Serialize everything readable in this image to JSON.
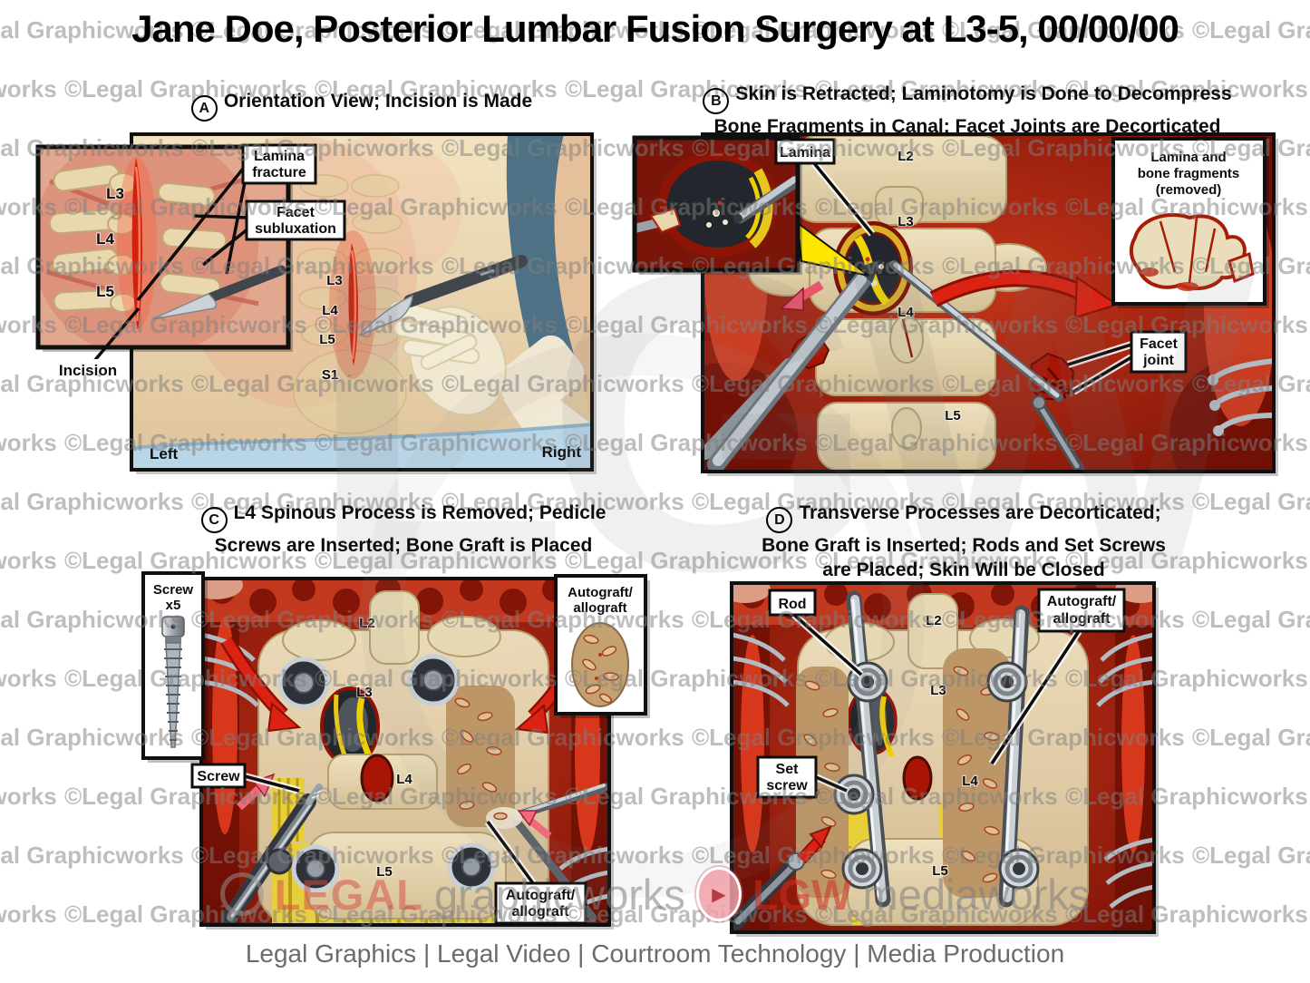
{
  "title": "Jane Doe, Posterior Lumbar Fusion Surgery at L3-5, 00/00/00",
  "footer": "Legal Graphics | Legal Video | Courtroom Technology | Media Production",
  "watermark": {
    "tile": "©Legal Graphicworks",
    "center_monogram": "LGW"
  },
  "brand": {
    "left_word": "LEGAL",
    "left_suffix": "graphicworks",
    "play_glyph": "▶",
    "right_word": "LGW",
    "right_suffix": "mediaworks"
  },
  "colors": {
    "wound_red": "#9d1808",
    "bone_cream": "#e7d9b4",
    "nerve_yellow": "#f2d400",
    "arrow_red": "#dc2212",
    "drape_blue": "#b9d6e8",
    "skin": "#ecd9b4",
    "metal": "#aab2ba",
    "watermark_gray": "#7f7f7f"
  },
  "panel_a": {
    "letter": "A",
    "heading": "Orientation View; Incision is Made",
    "labels": {
      "lamina_fracture": [
        "Lamina",
        "fracture"
      ],
      "facet_subluxation": [
        "Facet",
        "subluxation"
      ],
      "incision": "Incision",
      "left": "Left",
      "right": "Right"
    },
    "inset_levels": [
      "L3",
      "L4",
      "L5"
    ],
    "main_levels": [
      "L3",
      "L4",
      "L5",
      "S1"
    ]
  },
  "panel_b": {
    "letter": "B",
    "heading_lines": [
      "Skin is Retracted; Laminotomy is Done to Decompress",
      "Bone Fragments in Canal; Facet Joints are Decorticated"
    ],
    "labels": {
      "lamina": "Lamina",
      "removed_box": [
        "Lamina and",
        "bone fragments",
        "(removed)"
      ],
      "facet_joint": [
        "Facet",
        "joint"
      ]
    },
    "levels": [
      "L2",
      "L3",
      "L4",
      "L5"
    ]
  },
  "panel_c": {
    "letter": "C",
    "heading_lines": [
      "L4 Spinous Process is Removed; Pedicle",
      "Screws are Inserted; Bone Graft is Placed"
    ],
    "labels": {
      "screw_inset": [
        "Screw",
        "x5"
      ],
      "autograft_inset": [
        "Autograft/",
        "allograft"
      ],
      "screw": "Screw",
      "autograft_bottom": [
        "Autograft/",
        "allograft"
      ]
    },
    "levels": [
      "L2",
      "L3",
      "L4",
      "L5"
    ]
  },
  "panel_d": {
    "letter": "D",
    "heading_lines": [
      "Transverse Processes are Decorticated;",
      "Bone Graft is Inserted; Rods and Set Screws",
      "are Placed; Skin Will be Closed"
    ],
    "labels": {
      "rod": "Rod",
      "set_screw": [
        "Set",
        "screw"
      ],
      "autograft": [
        "Autograft/",
        "allograft"
      ]
    },
    "levels": [
      "L2",
      "L3",
      "L4",
      "L5"
    ]
  }
}
